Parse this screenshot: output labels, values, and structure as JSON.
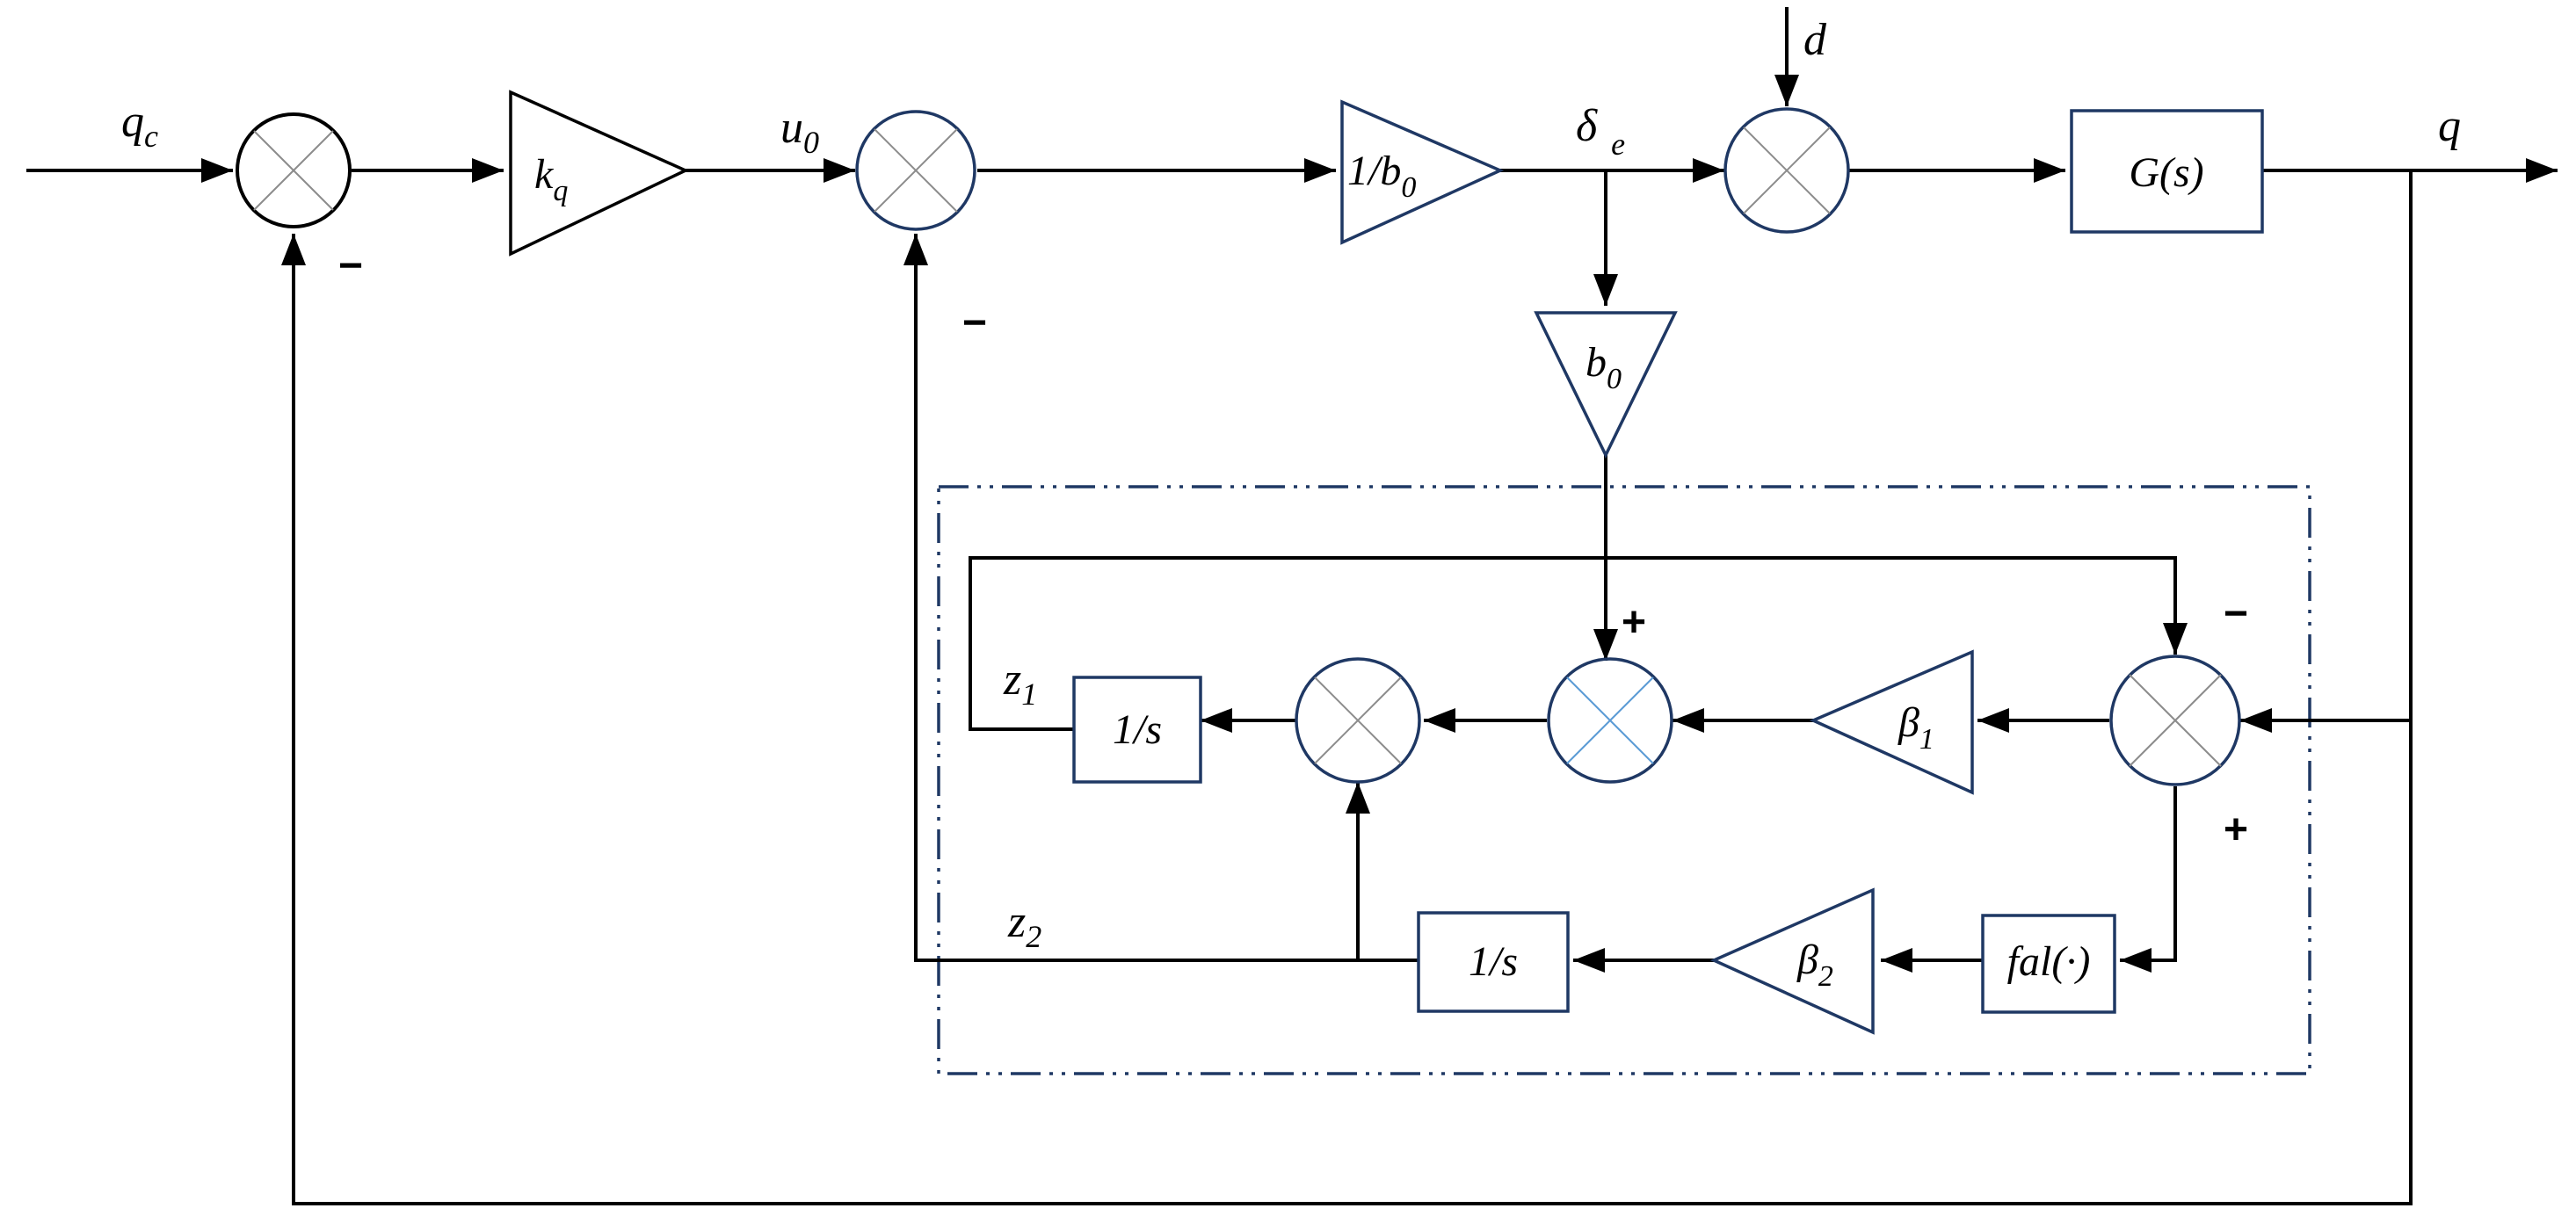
{
  "signals": {
    "qc": "q",
    "qc_sub": "c",
    "u0": "u",
    "u0_sub": "0",
    "delta": "δ",
    "delta_sub": "e",
    "d": "d",
    "q": "q",
    "z1": "z",
    "z1_sub": "1",
    "z2": "z",
    "z2_sub": "2"
  },
  "blocks": {
    "kq": "k",
    "kq_sub": "q",
    "inv_b0": "1/b",
    "inv_b0_sub": "0",
    "b0": "b",
    "b0_sub": "0",
    "G": "G(s)",
    "beta1": "β",
    "beta1_sub": "1",
    "beta2": "β",
    "beta2_sub": "2",
    "integrator1": "1/s",
    "integrator2": "1/s",
    "fal": "fal(·)"
  },
  "signs": {
    "minus": "−",
    "plus": "+"
  },
  "colors": {
    "block_outline": "#1F3864",
    "wire": "#000000"
  }
}
